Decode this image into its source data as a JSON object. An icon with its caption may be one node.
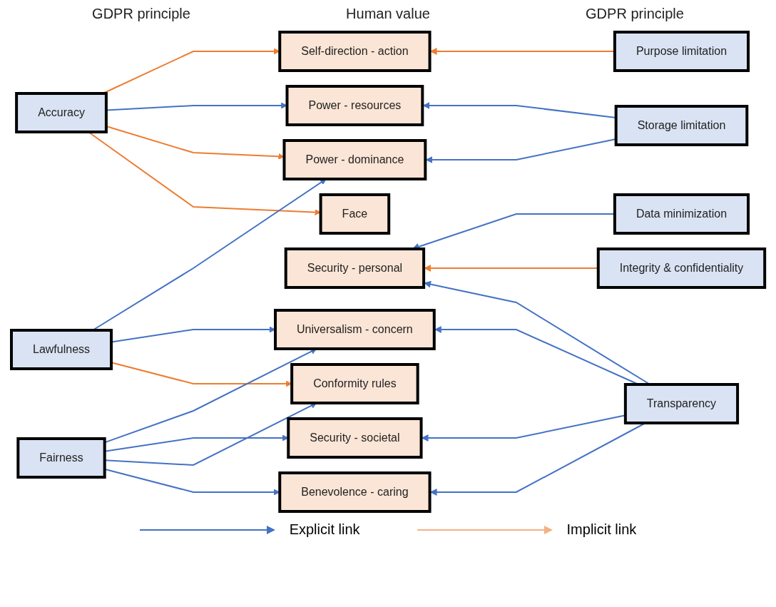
{
  "diagram": {
    "nodes": [
      {
        "text": [
          "Accuracy"
        ]
      },
      {
        "text": [
          "Self-direction - action"
        ]
      },
      {
        "text": [
          "Purpose limitation"
        ]
      },
      {
        "text": [
          "Power - resources"
        ]
      },
      {
        "text": [
          "Storage limitation"
        ]
      },
      {
        "text": [
          "Power - dominance"
        ]
      },
      {
        "text": [
          "Lawfulness"
        ]
      },
      {
        "text": [
          "Data minimization"
        ]
      },
      {
        "text": [
          "Face"
        ]
      },
      {
        "text": [
          "Security - personal"
        ]
      },
      {
        "text": [
          "Integrity & confidentiality"
        ]
      },
      {
        "text": [
          "Universalism - concern"
        ]
      },
      {
        "text": [
          "Fairness"
        ]
      },
      {
        "text": [
          "Security - societal"
        ]
      },
      {
        "text": [
          "Conformity rules"
        ]
      },
      {
        "text": [
          "Transparency"
        ]
      },
      {
        "text": [
          "Benevolence - caring"
        ]
      }
    ],
    "edges": [
      {
        "from": 0,
        "to": 1,
        "arrow": "to",
        "color": "#ed7d31"
      },
      {
        "from": 0,
        "to": 3,
        "arrow": "to"
      },
      {
        "from": 0,
        "to": 5,
        "arrow": "to",
        "color": "#ed7d31"
      },
      {
        "from": 0,
        "to": 8,
        "arrow": "to",
        "color": "#ed7d31"
      },
      {
        "from": 2,
        "to": 1,
        "arrow": "to",
        "color": "#ed7d31"
      },
      {
        "from": 4,
        "to": 3,
        "arrow": "to"
      },
      {
        "from": 4,
        "to": 5,
        "arrow": "to"
      },
      {
        "from": 6,
        "to": 5,
        "arrow": "to"
      },
      {
        "from": 6,
        "to": 11,
        "arrow": "to"
      },
      {
        "from": 6,
        "to": 14,
        "arrow": "to",
        "color": "#ed7d31"
      },
      {
        "from": 7,
        "to": 9,
        "arrow": "to"
      },
      {
        "from": 10,
        "to": 9,
        "arrow": "to",
        "color": "#ed7d31"
      },
      {
        "from": 12,
        "to": 11,
        "arrow": "to"
      },
      {
        "from": 12,
        "to": 13,
        "arrow": "to"
      },
      {
        "from": 12,
        "to": 14,
        "arrow": "to"
      },
      {
        "from": 12,
        "to": 16,
        "arrow": "to"
      },
      {
        "from": 15,
        "to": 9,
        "arrow": "to"
      },
      {
        "from": 15,
        "to": 11,
        "arrow": "to"
      },
      {
        "from": 15,
        "to": 13,
        "arrow": "to"
      },
      {
        "from": 15,
        "to": 16,
        "arrow": "to"
      }
    ],
    "labels": [
      "GDPR principle",
      "Human value",
      "GDPR principle"
    ],
    "legend": [
      {
        "text": "Explicit link"
      },
      {
        "text": "Implicit link"
      }
    ]
  }
}
